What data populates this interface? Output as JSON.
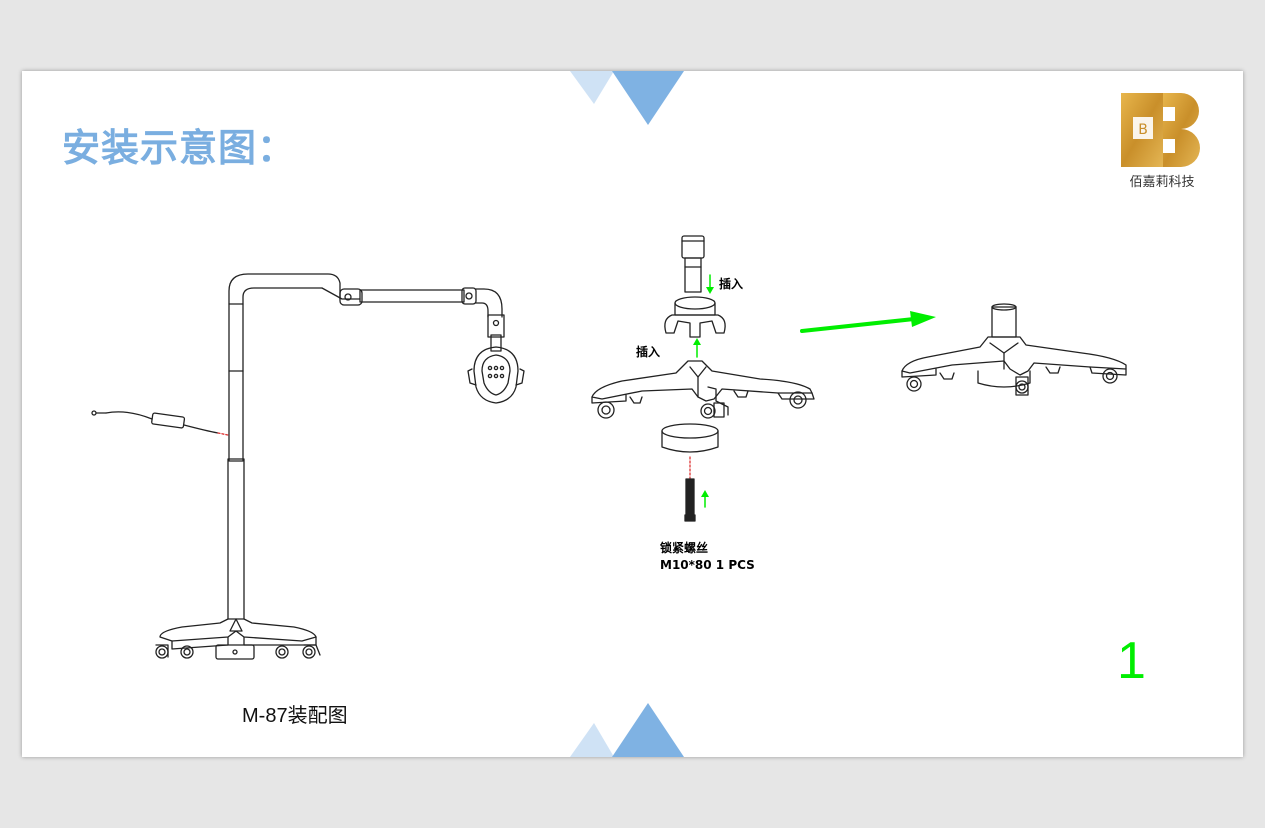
{
  "slide": {
    "title": "安装示意图：",
    "logo": {
      "brand_text": "佰嘉莉科技",
      "monogram": "B"
    },
    "page_number": "1",
    "assembly_caption": "M-87装配图"
  },
  "labels": {
    "insert_top": "插入",
    "insert_left": "插入",
    "screw_name": "锁紧螺丝",
    "screw_spec": "M10*80  1 PCS"
  },
  "colors": {
    "title": "#7aaee0",
    "accent_blue": "#7aaee0",
    "accent_light_blue": "#cfe2f5",
    "page_number": "#00ee00",
    "arrow_green": "#00ee00",
    "logo_gold": "#d9a441"
  }
}
